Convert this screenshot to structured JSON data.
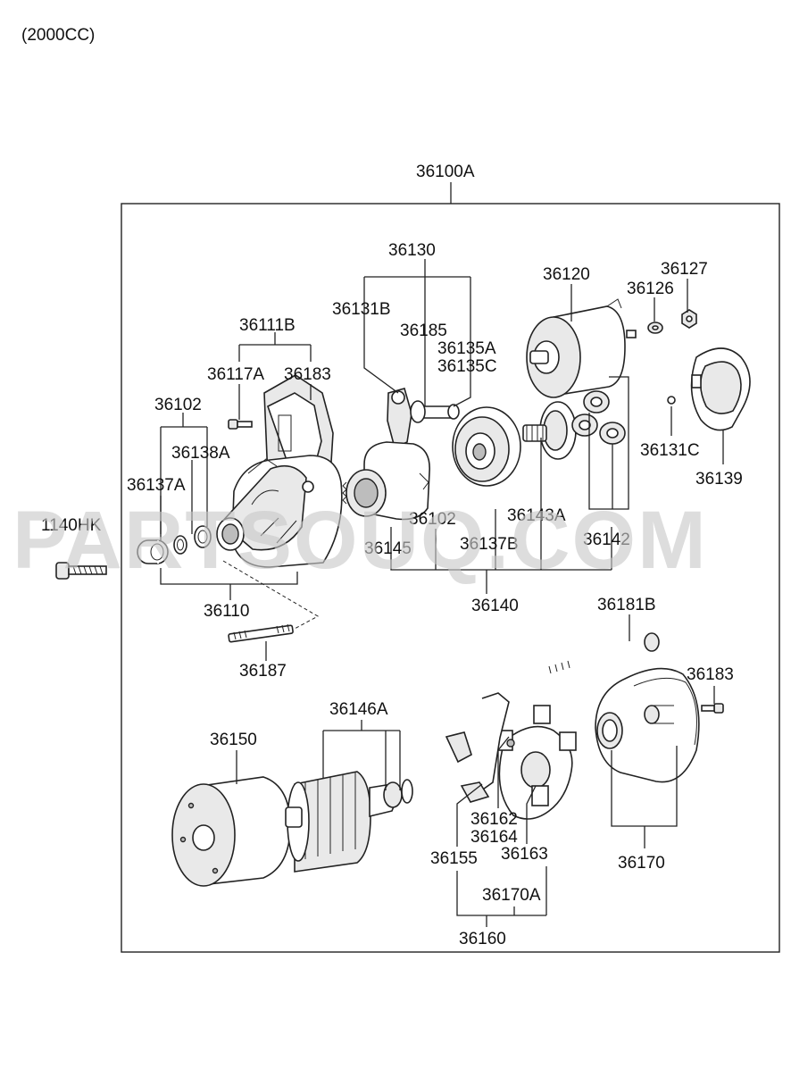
{
  "header": {
    "variant": "(2000CC)"
  },
  "assembly": {
    "number": "36100A"
  },
  "watermark": {
    "text": "PARTSOUQ.COM"
  },
  "labels": {
    "p36130": "36130",
    "p36120": "36120",
    "p36127": "36127",
    "p36126": "36126",
    "p36131B": "36131B",
    "p36185": "36185",
    "p36135A": "36135A",
    "p36135C": "36135C",
    "p36111B": "36111B",
    "p36117A": "36117A",
    "p36183a": "36183",
    "p36102a": "36102",
    "p36138A": "36138A",
    "p36137A": "36137A",
    "p36131C": "36131C",
    "p36139": "36139",
    "p1140HK": "1140HK",
    "p36102b": "36102",
    "p36143A": "36143A",
    "p36142": "36142",
    "p36145": "36145",
    "p36137B": "36137B",
    "p36110": "36110",
    "p36140": "36140",
    "p36181B": "36181B",
    "p36187": "36187",
    "p36183b": "36183",
    "p36146A": "36146A",
    "p36150": "36150",
    "p36162": "36162",
    "p36164": "36164",
    "p36155": "36155",
    "p36163": "36163",
    "p36170": "36170",
    "p36170A": "36170A",
    "p36160": "36160"
  }
}
